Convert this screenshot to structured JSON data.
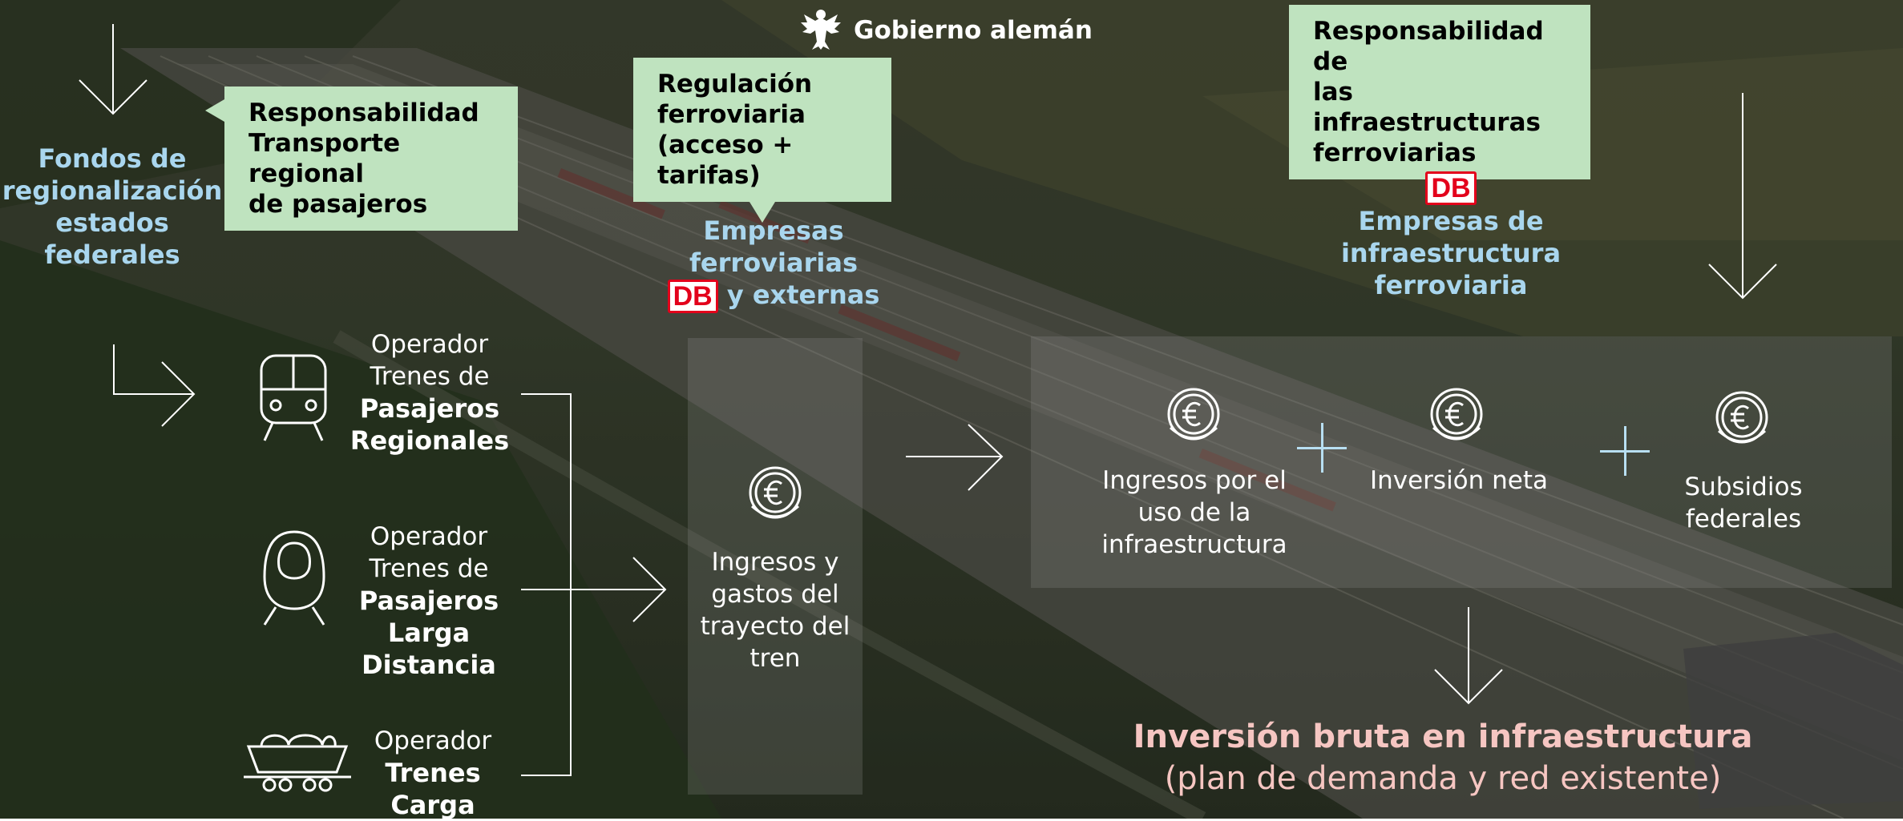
{
  "header": {
    "title": "Gobierno alemán"
  },
  "callouts": {
    "regional": "Responsabilidad\nTransporte regional\nde pasajeros",
    "regulation": "Regulación\nferroviaria\n(acceso + tarifas)",
    "infra": "Responsabilidad de\nlas infraestructuras\nferroviarias"
  },
  "labels": {
    "funds": "Fondos de\nregionalización\nestados\nfederales",
    "companies_line1": "Empresas\nferroviarias",
    "companies_line2": "y externas",
    "infra_companies": "Empresas de\ninfraestructura\nferroviaria",
    "db_logo": "DB"
  },
  "operators": [
    {
      "line1": "Operador\nTrenes de",
      "line2": "Pasajeros\nRegionales",
      "icon": "regional-train-icon"
    },
    {
      "line1": "Operador\nTrenes de",
      "line2": "Pasajeros\nLarga\nDistancia",
      "icon": "high-speed-train-icon"
    },
    {
      "line1": "Operador",
      "line2": "Trenes\nCarga",
      "icon": "freight-wagon-icon"
    }
  ],
  "revenue": {
    "train_path": "Ingresos y\ngastos del\ntrayecto del\ntren",
    "infra_use": "Ingresos por el\nuso de la\ninfraestructura",
    "net_investment": "Inversión neta",
    "subsidies": "Subsidios\nfederales",
    "coin_icon": "euro-coin-icon"
  },
  "result": {
    "title": "Inversión bruta en infraestructura",
    "subtitle": "(plan de demanda y red existente)"
  },
  "colors": {
    "callout_bg": "#bfe3bf",
    "blue_label": "#a9d6ee",
    "result_text": "#f6c6c2",
    "db_red": "#e3001b"
  }
}
